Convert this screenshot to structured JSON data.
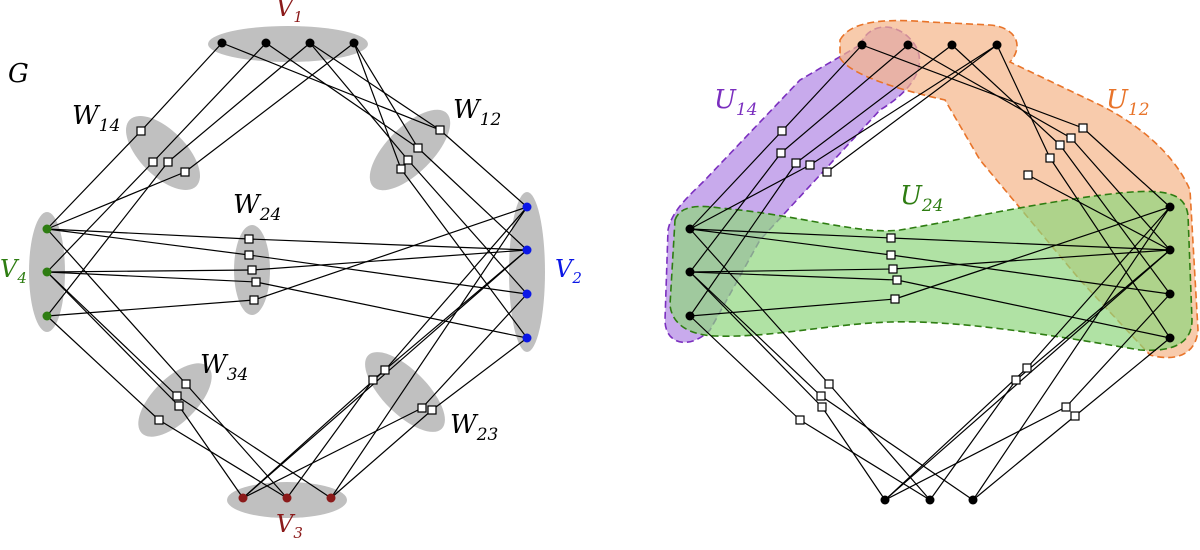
{
  "colors": {
    "cluster_fill": "#c0c0c0",
    "edge": "#000000",
    "v1": "#8b1a1a",
    "v2": "#0b17e6",
    "v3": "#8b1a1a",
    "v4": "#2e7d12",
    "u14": "#7b2fbf",
    "u12": "#e8742a",
    "u24": "#2e7d12"
  },
  "left_graph": {
    "graph_label": "G",
    "vertex_set_labels": {
      "v1": {
        "main": "V",
        "sub": "1"
      },
      "v2": {
        "main": "V",
        "sub": "2"
      },
      "v3": {
        "main": "V",
        "sub": "3"
      },
      "v4": {
        "main": "V",
        "sub": "4"
      }
    },
    "wset_labels": {
      "w14": {
        "main": "W",
        "sub": "14"
      },
      "w12": {
        "main": "W",
        "sub": "12"
      },
      "w24": {
        "main": "W",
        "sub": "24"
      },
      "w34": {
        "main": "W",
        "sub": "34"
      },
      "w23": {
        "main": "W",
        "sub": "23"
      }
    }
  },
  "right_graph": {
    "region_labels": {
      "u14": {
        "main": "U",
        "sub": "14"
      },
      "u12": {
        "main": "U",
        "sub": "12"
      },
      "u24": {
        "main": "U",
        "sub": "24"
      }
    }
  }
}
